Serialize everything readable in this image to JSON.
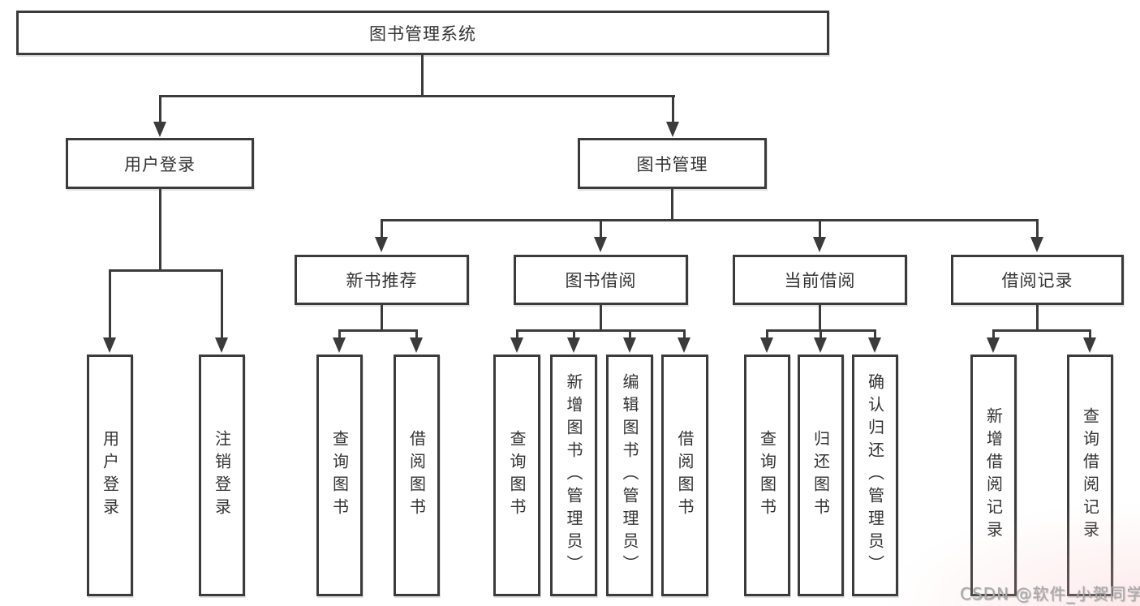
{
  "tree": {
    "label": "图书管理系统",
    "children": [
      {
        "label": "用户登录",
        "children": [
          {
            "label": "用户登录"
          },
          {
            "label": "注销登录"
          }
        ]
      },
      {
        "label": "图书管理",
        "children": [
          {
            "label": "新书推荐",
            "children": [
              {
                "label": "查询图书"
              },
              {
                "label": "借阅图书"
              }
            ]
          },
          {
            "label": "图书借阅",
            "children": [
              {
                "label": "查询图书"
              },
              {
                "label": "新增图书（管理员）"
              },
              {
                "label": "编辑图书（管理员）"
              },
              {
                "label": "借阅图书"
              }
            ]
          },
          {
            "label": "当前借阅",
            "children": [
              {
                "label": "查询图书"
              },
              {
                "label": "归还图书"
              },
              {
                "label": "确认归还（管理员）"
              }
            ]
          },
          {
            "label": "借阅记录",
            "children": [
              {
                "label": "新增借阅记录"
              },
              {
                "label": "查询借阅记录"
              }
            ]
          }
        ]
      }
    ]
  },
  "watermark": "CSDN @软件_小贺同学",
  "colors": {
    "line": "#3b3b3b",
    "text": "#333333",
    "background": "#ffffff",
    "watermark_text": "#a9a9a9"
  }
}
